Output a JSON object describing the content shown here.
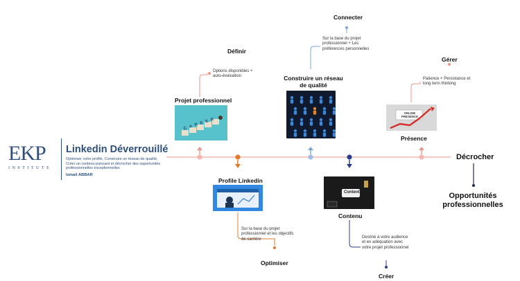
{
  "logo": {
    "letters": "EKP",
    "sub": "INSTITUTE"
  },
  "brand": {
    "title": "Linkedin Déverrouillé",
    "description": "Optimiser votre profile, Construire un réseau de qualité, Créer un contenu puissant et décrocher des opportunités professionnelles exceptionnelles",
    "author": "Ismail ABBAR"
  },
  "steps": {
    "projet": {
      "title": "Projet professionnel",
      "sub_title": "Définir",
      "sub_text": "Options disponibles + auto-évaluation",
      "color": "#e8968c"
    },
    "profile": {
      "title": "Profile Linkedin",
      "sub_title": "Optimiser",
      "sub_text": "Sur la base du projet professionnel et les objectifs de carrière",
      "color": "#e07b2a"
    },
    "reseau": {
      "title": "Construire un réseau de qualité",
      "sub_title": "Connecter",
      "sub_text": "Sur la base du projet professionnel + Les préférences personnelles",
      "color": "#7aa6dc"
    },
    "contenu": {
      "title": "Contenu",
      "sub_title": "Créer",
      "sub_text": "Destiné à votre audience et en adéquation avec votre projet professionnel",
      "color": "#2a3f8f"
    },
    "presence": {
      "title": "Présence",
      "sub_title": "Gérer",
      "sub_text": "Patience + Persistance et long term thinking",
      "color": "#e8968c"
    }
  },
  "thumbnails": {
    "career_word": "CAREER",
    "online_presence": "ONLINE PRESENCE",
    "content_word": "Content"
  },
  "end": {
    "label": "Décrocher",
    "result": "Opportunités professionnelles",
    "color": "#1e2a55"
  },
  "timeline_color": "#f2b8b0"
}
